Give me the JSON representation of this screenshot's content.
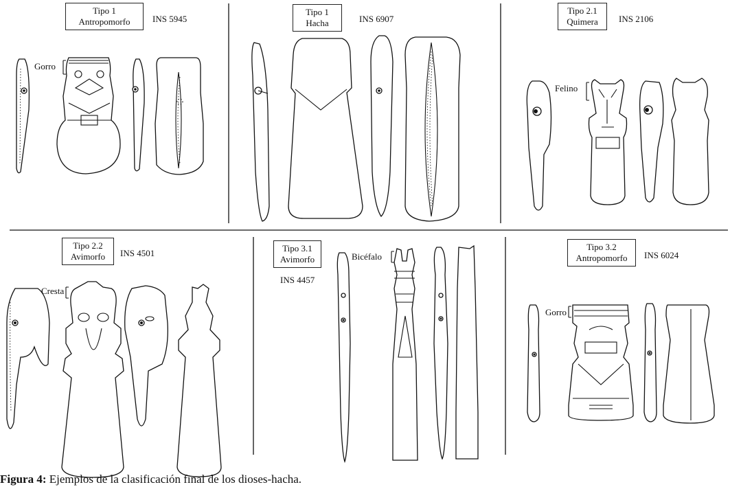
{
  "panels": [
    {
      "tipo": "Tipo 1",
      "name": "Antropomorfo",
      "ins": "INS 5945",
      "annotation": "Gorro"
    },
    {
      "tipo": "Tipo 1",
      "name": "Hacha",
      "ins": "INS 6907",
      "annotation": ""
    },
    {
      "tipo": "Tipo 2.1",
      "name": "Quimera",
      "ins": "INS 2106",
      "annotation": "Felino"
    },
    {
      "tipo": "Tipo 2.2",
      "name": "Avimorfo",
      "ins": "INS 4501",
      "annotation": "Cresta"
    },
    {
      "tipo": "Tipo 3.1",
      "name": "Avimorfo",
      "ins": "INS 4457",
      "annotation": "Bicéfalo"
    },
    {
      "tipo": "Tipo 3.2",
      "name": "Antropomorfo",
      "ins": "INS 6024",
      "annotation": "Gorro"
    }
  ],
  "caption": {
    "label": "Figura 4:",
    "text": " Ejemplos de la clasificación final de los dioses-hacha."
  }
}
